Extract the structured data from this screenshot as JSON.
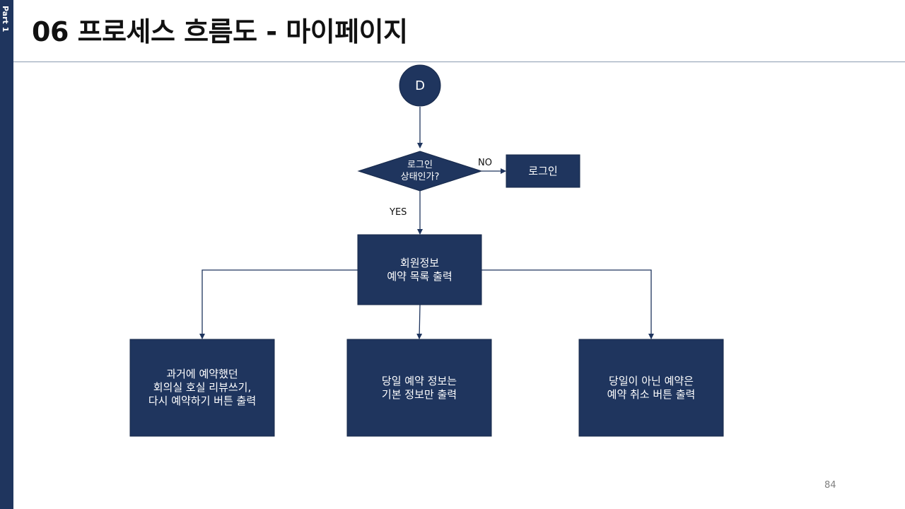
{
  "sidebar": {
    "part_label": "Part 1"
  },
  "header": {
    "title": "06 프로세스 흐름도 - 마이페이지"
  },
  "flowchart": {
    "connector": {
      "label": "D"
    },
    "decision": {
      "label": "로그인\n상태인가?"
    },
    "login_box": {
      "label": "로그인"
    },
    "edge_no": "NO",
    "edge_yes": "YES",
    "member_box": {
      "label": "회원정보\n예약 목록 출력"
    },
    "past_box": {
      "label": "과거에 예약했던\n회의실 호실 리뷰쓰기,\n다시 예약하기 버튼 출력"
    },
    "today_box": {
      "label": "당일 예약 정보는\n기본 정보만 출력"
    },
    "other_box": {
      "label": "당일이 아닌 예약은\n예약 취소 버튼 출력"
    }
  },
  "colors": {
    "node_fill": "#1f355e",
    "line": "#1f355e"
  },
  "footer": {
    "page_number": "84"
  }
}
